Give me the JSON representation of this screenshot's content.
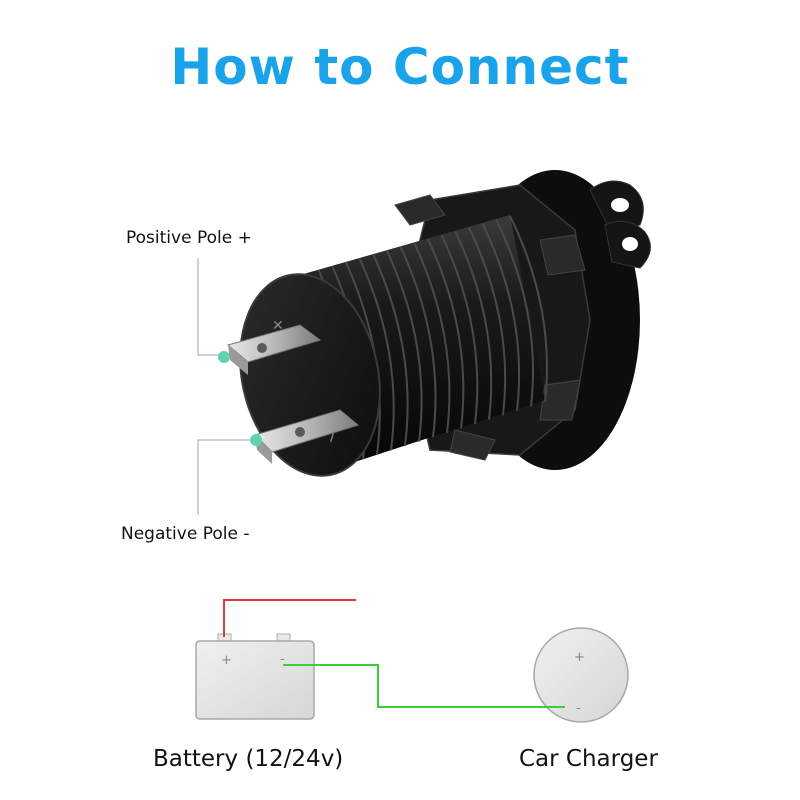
{
  "title": "How to Connect",
  "labels": {
    "positive_pole": "Positive Pole +",
    "negative_pole": "Negative Pole -",
    "battery": "Battery (12/24v)",
    "car_charger": "Car Charger"
  },
  "symbols": {
    "plus": "+",
    "minus": "-"
  },
  "colors": {
    "title": "#1aa3e8",
    "positive_wire": "#d93a3a",
    "negative_wire": "#3ccf3c",
    "leader_dot": "#5fd3b0"
  }
}
